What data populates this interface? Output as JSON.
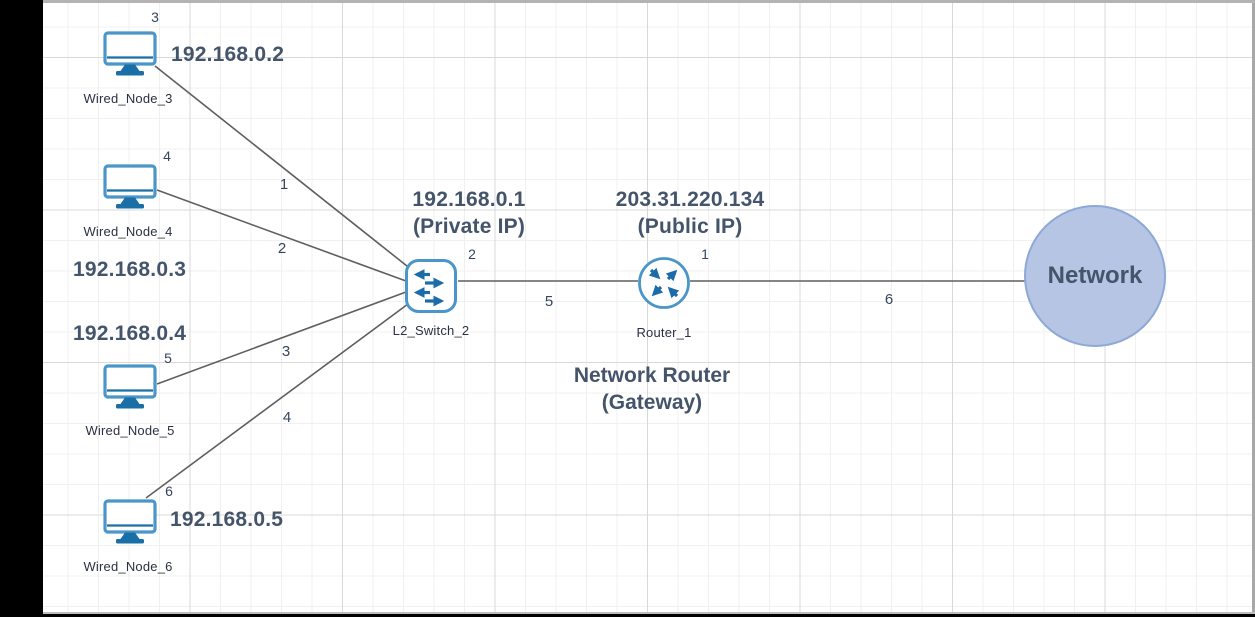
{
  "diagram": {
    "nodes": [
      {
        "name": "Wired_Node_3",
        "port": "3",
        "ip": "192.168.0.2"
      },
      {
        "name": "Wired_Node_4",
        "port": "4",
        "ip": "192.168.0.3"
      },
      {
        "name": "Wired_Node_5",
        "port": "5",
        "ip": "192.168.0.4"
      },
      {
        "name": "Wired_Node_6",
        "port": "6",
        "ip": "192.168.0.5"
      }
    ],
    "switch": {
      "name": "L2_Switch_2",
      "port": "2",
      "ip": "192.168.0.1",
      "ip_note": "(Private IP)"
    },
    "router": {
      "name": "Router_1",
      "port": "1",
      "ip": "203.31.220.134",
      "ip_note": "(Public IP)",
      "caption": "Network Router",
      "caption_note": "(Gateway)"
    },
    "cloud": {
      "name": "Network"
    },
    "links": [
      {
        "label": "1"
      },
      {
        "label": "2"
      },
      {
        "label": "3"
      },
      {
        "label": "4"
      },
      {
        "label": "5"
      },
      {
        "label": "6"
      }
    ]
  },
  "colors": {
    "icon_blue": "#1a6fa6",
    "icon_border": "#4a96c8",
    "arrow_blue": "#1b6ca8",
    "text_dark": "#44546a",
    "number_navy": "#35455e",
    "link_gray": "#5f5f5f",
    "cloud_fill": "#b6c5e4",
    "cloud_border": "#8da9d6"
  }
}
